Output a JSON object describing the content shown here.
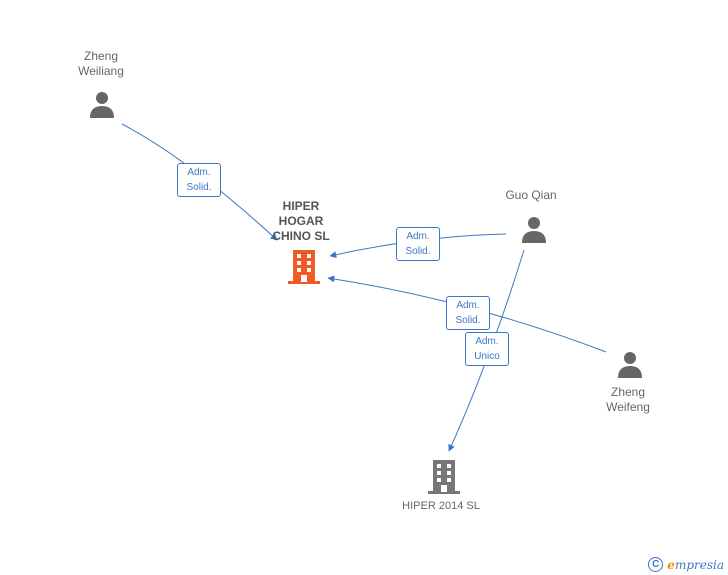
{
  "persons": [
    {
      "id": "zheng_weiliang",
      "name": "Zheng\nWeiliang"
    },
    {
      "id": "guo_qian",
      "name": "Guo Qian"
    },
    {
      "id": "zheng_weifeng",
      "name": "Zheng\nWeifeng"
    }
  ],
  "companies": [
    {
      "id": "hiper_hogar",
      "name": "HIPER\nHOGAR\nCHINO SL",
      "color": "#f05a28"
    },
    {
      "id": "hiper_2014",
      "name": "HIPER 2014  SL",
      "color": "#777777"
    }
  ],
  "edges": [
    {
      "from": "zheng_weiliang",
      "to": "hiper_hogar",
      "label": "Adm.\nSolid."
    },
    {
      "from": "guo_qian",
      "to": "hiper_hogar",
      "label": "Adm.\nSolid."
    },
    {
      "from": "zheng_weifeng",
      "to": "hiper_hogar",
      "label": "Adm.\nSolid."
    },
    {
      "from": "guo_qian",
      "to": "hiper_2014",
      "label": "Adm.\nUnico"
    }
  ],
  "colors": {
    "edge": "#3b78c4",
    "person_icon": "#666666"
  },
  "footer": {
    "copyright": "C",
    "brand_initial": "e",
    "brand_rest": "mpresia"
  }
}
